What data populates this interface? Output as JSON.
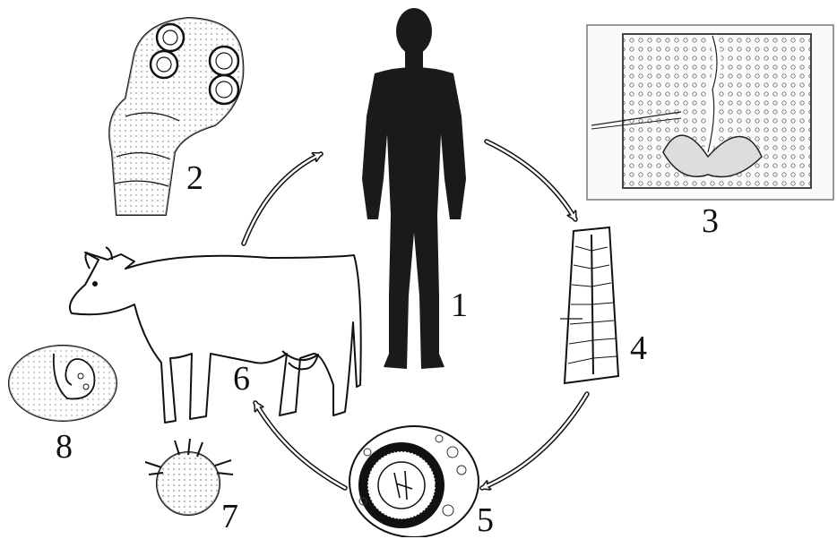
{
  "labels": {
    "human": "1",
    "scolex": "2",
    "mature_proglottid": "3",
    "gravid_proglottid": "4",
    "egg": "5",
    "cattle": "6",
    "oncosphere": "7",
    "cysticercus": "8"
  },
  "colors": {
    "ink": "#111111",
    "silhouette": "#1a1a1a",
    "paper": "#ffffff",
    "stipple": "#e8e8e8"
  }
}
